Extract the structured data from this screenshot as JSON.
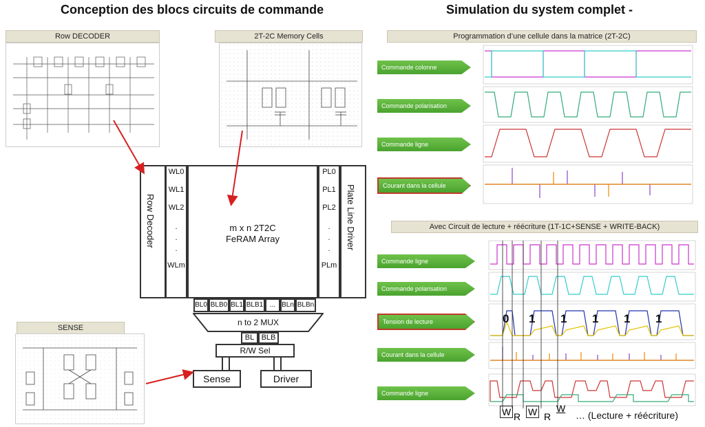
{
  "titles": {
    "left": "Conception des blocs circuits de commande",
    "right": "Simulation du system complet -"
  },
  "panels": {
    "row_decoder": "Row DECODER",
    "memory_cells": "2T-2C Memory Cells",
    "sense": "SENSE",
    "prog": "Programmation d’une cellule dans la matrice (2T-2C)",
    "read": "Avec Circuit de lecture  + réécriture (1T-1C+SENSE + WRITE-BACK)"
  },
  "array": {
    "row_decoder": "Row Decoder",
    "plate_driver": "Plate Line Driver",
    "core_line1": "m x n 2T2C",
    "core_line2": "FeRAM Array",
    "wl": [
      "WL0",
      "WL1",
      "WL2",
      ".",
      ".",
      ".",
      "WLm"
    ],
    "pl": [
      "PL0",
      "PL1",
      "PL2",
      ".",
      ".",
      ".",
      "PLm"
    ],
    "bl": [
      "BL0",
      "BLB0",
      "BL1",
      "BLB1",
      "...",
      "BLn",
      "BLBn"
    ],
    "mux": "n to 2 MUX",
    "bl_out": "BL",
    "blb_out": "BLB",
    "rw": "R/W Sel",
    "sense": "Sense",
    "driver": "Driver"
  },
  "sim_prog_labels": [
    "Commande colonne",
    "Commande polarisation",
    "Commande ligne",
    "Courant dans la cellule"
  ],
  "sim_read_labels": [
    "Commande ligne",
    "Commande polarisation",
    "Tension de lecture",
    "Courant dans la cellule",
    "Commande ligne"
  ],
  "bits": [
    "0",
    "1",
    "1",
    "1",
    "1",
    "1"
  ],
  "wr_labels": [
    "W",
    "R",
    "W",
    "R",
    "W"
  ],
  "wr_note": "… (Lecture + réécriture)",
  "colors": {
    "magenta": "#cc33cc",
    "cyan": "#33cccc",
    "green": "#33aa77",
    "red": "#cc3333",
    "blue": "#2233aa",
    "yellow": "#e6c200",
    "orange": "#ee8800",
    "purple": "#8844cc"
  }
}
